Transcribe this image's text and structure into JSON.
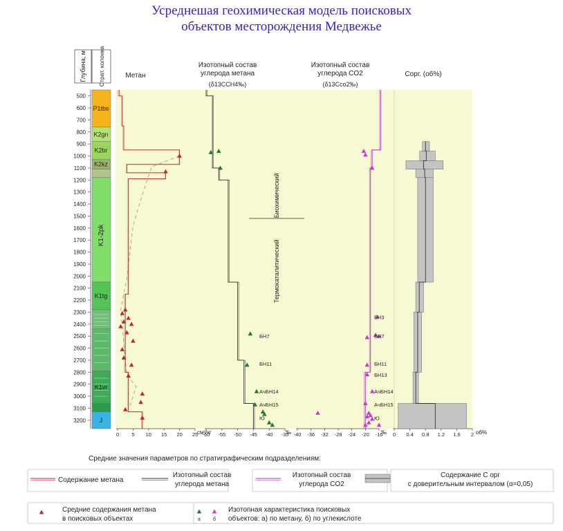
{
  "title_lines": [
    "Усреднешая геохимическая модель поисковых",
    "объектов месторождения Медвежье"
  ],
  "colors": {
    "panel_bg": "#f6f9d2",
    "methane": "#c0282e",
    "carbon_line": "#333333",
    "co2_line": "#a437a8",
    "corg_band": "#c4c4c4",
    "marker_methane": "#c0282e",
    "marker_ch4": "#1f7a2e",
    "marker_co2": "#c83cc8",
    "title": "#3a1fb8"
  },
  "depth_axis": {
    "label": "Глубина, м",
    "ticks": [
      500,
      600,
      700,
      800,
      900,
      1000,
      1100,
      1200,
      1300,
      1400,
      1500,
      1600,
      1700,
      1800,
      1900,
      2000,
      2100,
      2200,
      2300,
      2400,
      2500,
      2600,
      2700,
      2800,
      2900,
      3000,
      3100,
      3200
    ],
    "range": [
      450,
      3270
    ]
  },
  "strat_column": {
    "label": "Страт. колонка",
    "units": [
      {
        "label": "P1tbs",
        "top": 450,
        "bottom": 760,
        "color": "#f7b31c"
      },
      {
        "label": "K2gn",
        "top": 760,
        "bottom": 880,
        "color": "#b6e36f"
      },
      {
        "label": "K2br",
        "top": 880,
        "bottom": 1030,
        "color": "#9ad65a"
      },
      {
        "label": "K2kz",
        "top": 1030,
        "bottom": 1110,
        "color": "#9bb36a"
      },
      {
        "label": "",
        "top": 1110,
        "bottom": 1180,
        "color": "#b3c48c"
      },
      {
        "label": "K1-2pk",
        "top": 1180,
        "bottom": 2050,
        "color": "#7fdd68"
      },
      {
        "label": "K1tg",
        "top": 2050,
        "bottom": 2280,
        "color": "#55c457"
      },
      {
        "label": "",
        "top": 2280,
        "bottom": 2440,
        "color": "#6fbf79"
      },
      {
        "label": "",
        "top": 2440,
        "bottom": 2790,
        "color": "#5eb96c"
      },
      {
        "label": "K1vr",
        "top": 2790,
        "bottom": 3060,
        "color": "#3eaa58"
      },
      {
        "label": "",
        "top": 3060,
        "bottom": 3130,
        "color": "#2e9a4f"
      },
      {
        "label": "J",
        "top": 3130,
        "bottom": 3270,
        "color": "#39b4e6"
      }
    ]
  },
  "chart_data": [
    {
      "type": "line",
      "title": "Метан",
      "xlabel": "см³/кг",
      "ylabel": "Глубина, м",
      "xlim": [
        0,
        25
      ],
      "x_ticks": [
        0,
        5,
        10,
        15,
        20,
        25
      ],
      "series": [
        {
          "values": [
            [
              0.5,
              450
            ],
            [
              0.5,
              500
            ],
            [
              1.5,
              500
            ],
            [
              1.5,
              750
            ],
            [
              2,
              750
            ],
            [
              2,
              950
            ],
            [
              20,
              950
            ],
            [
              20,
              1070
            ],
            [
              3,
              1070
            ],
            [
              3,
              1140
            ],
            [
              15.5,
              1140
            ],
            [
              15.5,
              1190
            ],
            [
              3.5,
              1190
            ],
            [
              3.5,
              2150
            ],
            [
              2.5,
              2150
            ],
            [
              2.5,
              2800
            ],
            [
              3.5,
              2800
            ],
            [
              3.5,
              3130
            ],
            [
              8,
              3130
            ],
            [
              8,
              3270
            ]
          ]
        },
        {
          "values": [
            [
              20,
              1000
            ],
            [
              11,
              1090
            ],
            [
              8.5,
              1280
            ],
            [
              5,
              1580
            ],
            [
              3,
              2020
            ],
            [
              1,
              2280
            ],
            [
              3,
              2820
            ],
            [
              6,
              2920
            ],
            [
              4,
              3080
            ]
          ]
        }
      ],
      "markers": [
        {
          "x": 20,
          "y": 1000
        },
        {
          "x": 15.5,
          "y": 1130
        },
        {
          "x": 2.5,
          "y": 2280
        },
        {
          "x": 1.5,
          "y": 2310
        },
        {
          "x": 3.5,
          "y": 2350
        },
        {
          "x": 2,
          "y": 2380
        },
        {
          "x": 4.5,
          "y": 2400
        },
        {
          "x": 1,
          "y": 2420
        },
        {
          "x": 3,
          "y": 2470
        },
        {
          "x": 5,
          "y": 2540
        },
        {
          "x": 1.5,
          "y": 2610
        },
        {
          "x": 2,
          "y": 2680
        },
        {
          "x": 4.5,
          "y": 2740
        },
        {
          "x": 3.5,
          "y": 2830
        },
        {
          "x": 8,
          "y": 2980
        },
        {
          "x": 7.5,
          "y": 3050
        },
        {
          "x": 2.5,
          "y": 3110
        },
        {
          "x": 8,
          "y": 3180
        }
      ]
    },
    {
      "type": "line",
      "title": "Изотопный состав углерода метана",
      "subtitle": "(δ13CCH4‰)",
      "xlabel": "‰",
      "xlim": [
        -60,
        -35
      ],
      "x_ticks": [
        -60,
        -55,
        -50,
        -45,
        -40,
        -35
      ],
      "annotations": [
        "Биохимический",
        "Термокаталитический"
      ],
      "boundary_depth": 1520,
      "series": [
        {
          "values": [
            [
              -60,
              450
            ],
            [
              -60,
              500
            ],
            [
              -58,
              500
            ],
            [
              -58,
              1100
            ],
            [
              -56,
              1100
            ],
            [
              -56,
              1200
            ],
            [
              -53,
              1200
            ],
            [
              -53,
              2050
            ],
            [
              -50,
              2050
            ],
            [
              -50,
              2700
            ],
            [
              -48,
              2700
            ],
            [
              -48,
              3060
            ],
            [
              -45,
              3060
            ],
            [
              -45,
              3270
            ]
          ]
        }
      ],
      "markers": [
        {
          "x": -58.5,
          "y": 970
        },
        {
          "x": -56,
          "y": 960
        },
        {
          "x": -55.5,
          "y": 1100
        },
        {
          "x": -46,
          "y": 2480
        },
        {
          "x": -47,
          "y": 2740
        },
        {
          "x": -44,
          "y": 2960
        },
        {
          "x": -44.5,
          "y": 3070
        },
        {
          "x": -42,
          "y": 3130
        },
        {
          "x": -41.5,
          "y": 3150
        },
        {
          "x": -40,
          "y": 3220
        },
        {
          "x": -39,
          "y": 3240
        }
      ],
      "marker_labels": [
        {
          "label": "БН7",
          "y": 2500
        },
        {
          "label": "БН11",
          "y": 2730
        },
        {
          "label": "АчБН14",
          "y": 2960
        },
        {
          "label": "АчБН15",
          "y": 3070
        },
        {
          "label": "Ю",
          "y": 3180
        }
      ]
    },
    {
      "type": "line",
      "title": "Изотопный состав углерода CO2",
      "subtitle": "(δ13Cco2‰)",
      "xlabel": "‰",
      "xlim": [
        -40,
        -16
      ],
      "x_ticks": [
        -40,
        -36,
        -32,
        -28,
        -24,
        -20,
        -16
      ],
      "series": [
        {
          "values": [
            [
              -15.5,
              450
            ],
            [
              -15.5,
              950
            ],
            [
              -18,
              950
            ],
            [
              -18,
              1100
            ],
            [
              -18.5,
              1100
            ],
            [
              -18.5,
              2800
            ],
            [
              -20,
              2800
            ],
            [
              -20,
              3270
            ]
          ]
        }
      ],
      "markers": [
        {
          "x": -20.5,
          "y": 960
        },
        {
          "x": -20,
          "y": 990
        },
        {
          "x": -18,
          "y": 1100
        },
        {
          "x": -16.5,
          "y": 2340
        },
        {
          "x": -17,
          "y": 2490
        },
        {
          "x": -16,
          "y": 2500
        },
        {
          "x": -19.5,
          "y": 2510
        },
        {
          "x": -19.5,
          "y": 2740
        },
        {
          "x": -19.5,
          "y": 2820
        },
        {
          "x": -18,
          "y": 2960
        },
        {
          "x": -20,
          "y": 3060
        },
        {
          "x": -34,
          "y": 3140
        },
        {
          "x": -19,
          "y": 3140
        },
        {
          "x": -18.5,
          "y": 3160
        },
        {
          "x": -19.5,
          "y": 3170
        },
        {
          "x": -18,
          "y": 3190
        },
        {
          "x": -19,
          "y": 3220
        },
        {
          "x": -20,
          "y": 3240
        },
        {
          "x": -16,
          "y": 3240
        }
      ],
      "marker_labels": [
        {
          "label": "БН3",
          "y": 2340
        },
        {
          "label": "БН7",
          "y": 2500
        },
        {
          "label": "БН11",
          "y": 2730
        },
        {
          "label": "БН13",
          "y": 2820
        },
        {
          "label": "АчБН14",
          "y": 2960
        },
        {
          "label": "АчБН15",
          "y": 3070
        },
        {
          "label": "Ю",
          "y": 3180
        }
      ]
    },
    {
      "type": "area",
      "title": "Сорг. (об%)",
      "xlabel": "об%",
      "xlim": [
        0,
        2
      ],
      "x_ticks": [
        0,
        0.4,
        0.8,
        1.2,
        1.6,
        2
      ],
      "intervals": [
        {
          "top": 880,
          "bottom": 960,
          "low": 0.72,
          "high": 0.9,
          "mean": 0.8
        },
        {
          "top": 960,
          "bottom": 1040,
          "low": 0.65,
          "high": 1.05,
          "mean": 0.82
        },
        {
          "top": 1040,
          "bottom": 1110,
          "low": 0.3,
          "high": 1.25,
          "mean": 0.75
        },
        {
          "top": 1110,
          "bottom": 1180,
          "low": 0.55,
          "high": 1.0,
          "mean": 0.78
        },
        {
          "top": 1180,
          "bottom": 2050,
          "low": 0.6,
          "high": 1.0,
          "mean": 0.8
        },
        {
          "top": 2050,
          "bottom": 2300,
          "low": 0.55,
          "high": 0.75,
          "mean": 0.64
        },
        {
          "top": 2300,
          "bottom": 2800,
          "low": 0.5,
          "high": 0.7,
          "mean": 0.6
        },
        {
          "top": 2800,
          "bottom": 3060,
          "low": 0.48,
          "high": 0.62,
          "mean": 0.55
        },
        {
          "top": 3060,
          "bottom": 3270,
          "low": 0.1,
          "high": 1.85,
          "mean": 1.05
        }
      ]
    }
  ],
  "legend": {
    "heading": "Средние значения  параметров по стратиграфическим подразделениям:",
    "items": [
      {
        "kind": "methane-line",
        "label_lines": [
          "Содержание метана"
        ]
      },
      {
        "kind": "ch4-line",
        "label_lines": [
          "Изотопный состав",
          "углерода метана"
        ]
      },
      {
        "kind": "co2-line",
        "label_lines": [
          "Изотопный состав",
          "углерода CO2"
        ]
      },
      {
        "kind": "corg-band",
        "label_lines": [
          "Содержание С орг",
          "с доверительным интервалом (α=0,05)"
        ]
      },
      {
        "kind": "methane-marker",
        "label_lines": [
          "Средние содержания метана",
          "в поисковых объектах"
        ]
      },
      {
        "kind": "isotope-markers",
        "label_lines": [
          "Изотопная характеристика поисковых",
          "объектов: а) по метану, б) по углекислоте"
        ],
        "sub_labels": [
          "а",
          "б"
        ]
      }
    ]
  }
}
